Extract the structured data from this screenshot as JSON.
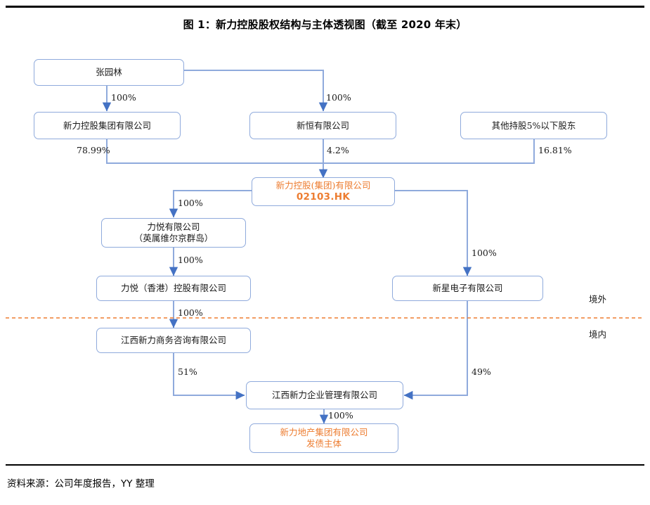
{
  "figure": {
    "title": "图 1：新力控股股权结构与主体透视图（截至 2020 年末）",
    "source": "资料来源：公司年度报告，YY 整理"
  },
  "colors": {
    "box_border": "#8faadc",
    "connector": "#8faadc",
    "arrow": "#4472c4",
    "highlight_text": "#ED7D31",
    "divider": "#ED7D31",
    "rule": "#000000"
  },
  "regions": {
    "offshore": "境外",
    "onshore": "境内"
  },
  "nodes": [
    {
      "id": "zhang",
      "label": "张园林"
    },
    {
      "id": "xinli_holding",
      "label": "新力控股集团有限公司"
    },
    {
      "id": "xinheng",
      "label": "新恒有限公司"
    },
    {
      "id": "other_holders",
      "label": "其他持股5%以下股东"
    },
    {
      "id": "listco",
      "label": "新力控股(集团)有限公司",
      "ticker": "02103.HK",
      "highlight": true
    },
    {
      "id": "liyue_bvi",
      "label_line1": "力悦有限公司",
      "label_line2": "（英属维尔京群岛）"
    },
    {
      "id": "liyue_hk",
      "label": "力悦（香港）控股有限公司"
    },
    {
      "id": "jx_business",
      "label": "江西新力商务咨询有限公司"
    },
    {
      "id": "xinxing",
      "label": "新星电子有限公司"
    },
    {
      "id": "jx_mgmt",
      "label": "江西新力企业管理有限公司"
    },
    {
      "id": "issuer",
      "label_line1": "新力地产集团有限公司",
      "label_line2": "发债主体",
      "highlight": true
    }
  ],
  "edges": [
    {
      "from": "zhang",
      "to": "xinli_holding",
      "label": "100%"
    },
    {
      "from": "zhang",
      "to": "xinheng",
      "label": "100%"
    },
    {
      "from": "xinli_holding",
      "to": "listco",
      "label": "78.99%"
    },
    {
      "from": "xinheng",
      "to": "listco",
      "label": "4.2%"
    },
    {
      "from": "other_holders",
      "to": "listco",
      "label": "16.81%"
    },
    {
      "from": "listco",
      "to": "liyue_bvi",
      "label": "100%"
    },
    {
      "from": "liyue_bvi",
      "to": "liyue_hk",
      "label": "100%"
    },
    {
      "from": "liyue_hk",
      "to": "jx_business",
      "label": "100%"
    },
    {
      "from": "listco",
      "to": "xinxing",
      "label": "100%"
    },
    {
      "from": "jx_business",
      "to": "jx_mgmt",
      "label": "51%"
    },
    {
      "from": "xinxing",
      "to": "jx_mgmt",
      "label": "49%"
    },
    {
      "from": "jx_mgmt",
      "to": "issuer",
      "label": "100%"
    }
  ]
}
